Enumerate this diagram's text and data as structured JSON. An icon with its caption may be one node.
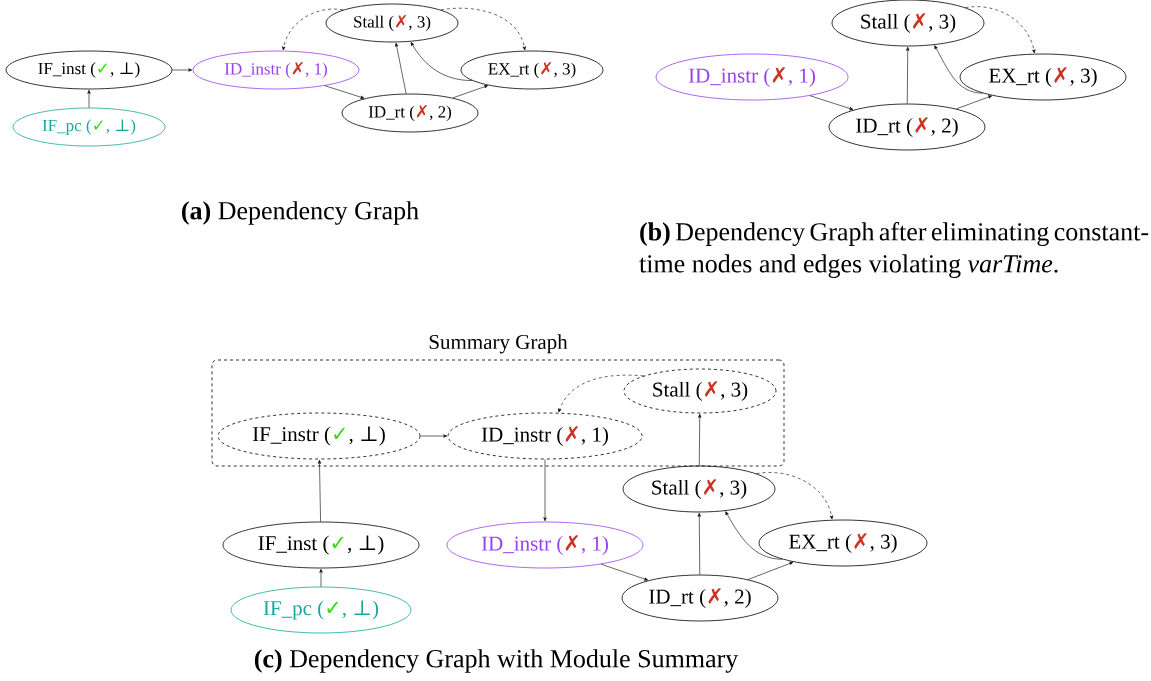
{
  "diagram": {
    "nodes": [
      {
        "text": [
          "IF_inst (✓, ⊥)"
        ]
      },
      {
        "text": [
          "IF_pc (✓, ⊥)"
        ]
      },
      {
        "text": [
          "ID_instr (✗, 1)"
        ]
      },
      {
        "text": [
          "Stall (✗, 3)"
        ]
      },
      {
        "text": [
          "EX_rt (✗, 3)"
        ]
      },
      {
        "text": [
          "ID_rt (✗, 2)"
        ]
      },
      {
        "text": [
          "Stall (✗, 3)"
        ]
      },
      {
        "text": [
          "ID_instr (✗, 1)"
        ]
      },
      {
        "text": [
          "EX_rt (✗, 3)"
        ]
      },
      {
        "text": [
          "ID_rt (✗, 2)"
        ]
      },
      {
        "text": [
          "Summary Graph"
        ]
      },
      {
        "text": [
          "Stall (✗, 3)"
        ],
        "in": 10
      },
      {
        "text": [
          "IF_instr (✓, ⊥)"
        ],
        "in": 10
      },
      {
        "text": [
          "ID_instr (✗, 1)"
        ],
        "in": 10
      },
      {
        "text": [
          "Stall (✗, 3)"
        ]
      },
      {
        "text": [
          "IF_inst (✓, ⊥)"
        ]
      },
      {
        "text": [
          "ID_instr (✗, 1)"
        ]
      },
      {
        "text": [
          "EX_rt (✗, 3)"
        ]
      },
      {
        "text": [
          "ID_rt (✗, 2)"
        ]
      },
      {
        "text": [
          "IF_pc (✓, ⊥)"
        ]
      }
    ],
    "edges": [
      {
        "from": 1,
        "to": 0,
        "arrow": "to"
      },
      {
        "from": 0,
        "to": 2,
        "arrow": "to"
      },
      {
        "from": 2,
        "to": 5,
        "arrow": "to"
      },
      {
        "from": 5,
        "to": 3,
        "arrow": "to"
      },
      {
        "from": 5,
        "to": 4,
        "arrow": "to"
      },
      {
        "from": 4,
        "to": 3,
        "arrow": "to"
      },
      {
        "from": 3,
        "to": 2,
        "arrow": "to",
        "style": "dashed"
      },
      {
        "from": 3,
        "to": 4,
        "arrow": "to",
        "style": "dashed"
      },
      {
        "from": 7,
        "to": 9,
        "arrow": "to"
      },
      {
        "from": 9,
        "to": 6,
        "arrow": "to"
      },
      {
        "from": 9,
        "to": 8,
        "arrow": "to"
      },
      {
        "from": 8,
        "to": 6,
        "arrow": "to"
      },
      {
        "from": 6,
        "to": 8,
        "arrow": "to",
        "style": "dashed"
      },
      {
        "from": 12,
        "to": 13,
        "arrow": "to"
      },
      {
        "from": 11,
        "to": 13,
        "arrow": "to",
        "style": "dashed"
      },
      {
        "from": 14,
        "to": 11,
        "arrow": "to"
      },
      {
        "from": 13,
        "to": 16,
        "arrow": "to"
      },
      {
        "from": 15,
        "to": 12,
        "arrow": "to"
      },
      {
        "from": 19,
        "to": 15,
        "arrow": "to"
      },
      {
        "from": 16,
        "to": 18,
        "arrow": "to"
      },
      {
        "from": 18,
        "to": 14,
        "arrow": "to"
      },
      {
        "from": 18,
        "to": 17,
        "arrow": "to"
      },
      {
        "from": 17,
        "to": 14,
        "arrow": "to"
      },
      {
        "from": 14,
        "to": 17,
        "arrow": "to",
        "style": "dashed"
      }
    ],
    "labels": [
      "**(a)** Dependency Graph",
      "**(b)** Dependency Graph after eliminating constant-time nodes and edges violating *varTime*.",
      "**(c)** Dependency Graph with Module Summary"
    ]
  }
}
